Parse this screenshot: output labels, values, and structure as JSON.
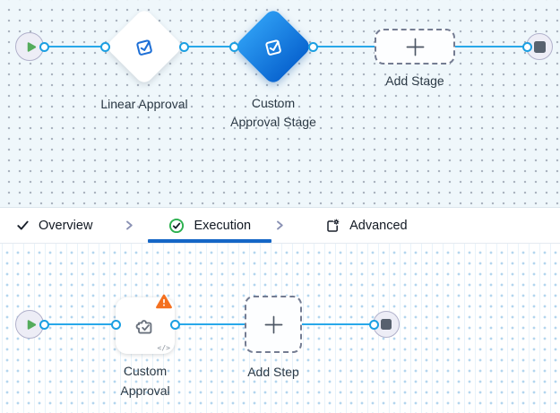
{
  "stage_canvas": {
    "stages": [
      {
        "label": "Linear Approval",
        "selected": false
      },
      {
        "label_line1": "Custom",
        "label_line2": "Approval Stage",
        "selected": true
      }
    ],
    "add_button_label": "Add Stage"
  },
  "tab_bar": {
    "tabs": [
      {
        "label": "Overview",
        "active": false
      },
      {
        "label": "Execution",
        "active": true
      },
      {
        "label": "Advanced",
        "active": false
      }
    ]
  },
  "step_canvas": {
    "steps": [
      {
        "label_line1": "Custom",
        "label_line2": "Approval",
        "has_warning": true,
        "has_code_badge": true
      }
    ],
    "add_button_label": "Add Step",
    "code_badge_text": "</>"
  },
  "icons": {
    "start": "play-icon",
    "end": "stop-icon",
    "stage": "approval-check-icon",
    "step": "puzzle-check-icon",
    "warning": "warning-triangle-icon",
    "add": "plus-icon",
    "overview_tab": "check-icon",
    "execution_tab": "check-circle-icon",
    "advanced_tab": "panel-gear-icon",
    "tab_separator": "chevron-right-icon",
    "code_badge": "code-icon"
  },
  "colors": {
    "connector_blue": "#28A8E9",
    "port_blue": "#1B9FE2",
    "selected_stage_gradient_start": "#2B9AF1",
    "selected_stage_gradient_end": "#0A66D1",
    "stage_icon_blue": "#1D6FD6",
    "active_tab_underline": "#1566C6",
    "warning_orange": "#F4701F",
    "success_green": "#2CB04F",
    "start_node_green": "#55AC5C",
    "stop_node_slate": "#57616E",
    "canvas_top_bg": "#EFF7FB"
  }
}
